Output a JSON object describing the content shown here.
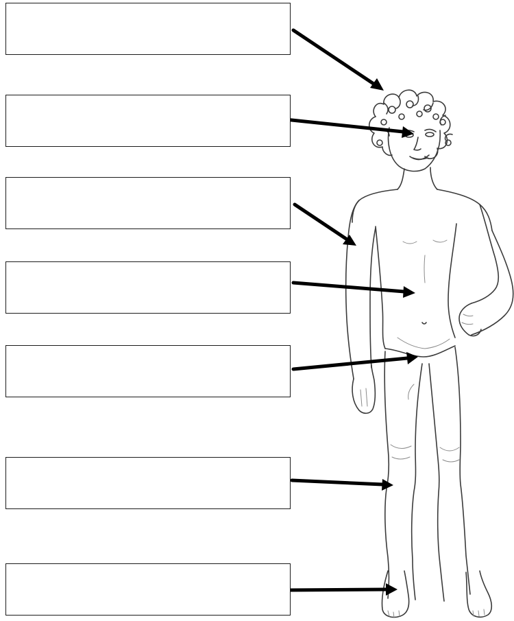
{
  "worksheet": {
    "answer_boxes": [
      {
        "part": "hair",
        "value": ""
      },
      {
        "part": "face",
        "value": ""
      },
      {
        "part": "arm",
        "value": ""
      },
      {
        "part": "belly",
        "value": ""
      },
      {
        "part": "groin",
        "value": ""
      },
      {
        "part": "leg",
        "value": ""
      },
      {
        "part": "foot",
        "value": ""
      }
    ]
  },
  "colors": {
    "box_border": "#1a1a1a",
    "arrow": "#000000",
    "sketch": "#3a3a3a"
  }
}
